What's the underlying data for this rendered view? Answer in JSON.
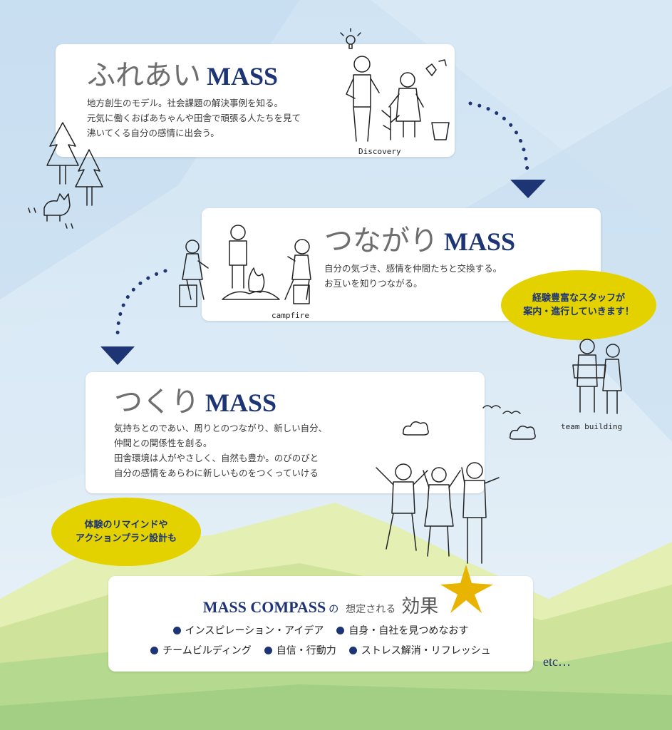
{
  "colors": {
    "navy": "#1e3575",
    "yellow": "#e3d200",
    "sky_top": "#cfe3f3",
    "sky_bottom": "#e6f1f8",
    "green_light": "#d6e8a0",
    "green_dark": "#9fcf86"
  },
  "fureai": {
    "title_kana": "ふれあい",
    "title_mass": "MASS",
    "lines": [
      "地方創生のモデル。社会課題の解決事例を知る。",
      "元気に働くおばあちゃんや田舎で頑張る人たちを見て",
      "沸いてくる自分の感情に出会う。"
    ],
    "caption": "Discovery"
  },
  "tsunagari": {
    "title_kana": "つながり",
    "title_mass": "MASS",
    "lines": [
      "自分の気づき、感情を仲間たちと交換する。",
      "お互いを知りつながる。"
    ],
    "caption": "campfire"
  },
  "tsukuri": {
    "title_kana": "つくり",
    "title_mass": "MASS",
    "lines": [
      "気持ちとのであい、周りとのつながり、新しい自分、",
      "仲間との関係性を創る。",
      "田舎環境は人がやさしく、自然も豊か。のびのびと",
      "自分の感情をあらわに新しいものをつくっていける"
    ]
  },
  "bubble_staff": {
    "lines": [
      "経験豊富なスタッフが",
      "案内・進行していきます！"
    ]
  },
  "bubble_remind": {
    "lines": [
      "体験のリマインドや",
      "アクションプラン設計も"
    ]
  },
  "team_caption": "team building",
  "compass": {
    "name": "MASS COMPASS",
    "particle": "の",
    "subtitle": "想定される",
    "effect": "効果",
    "effects_row1": [
      "インスピレーション・アイデア",
      "自身・自社を見つめなおす"
    ],
    "effects_row2": [
      "チームビルディング",
      "自信・行動力",
      "ストレス解消・リフレッシュ"
    ]
  },
  "etc": "etc…",
  "icons": [
    "lightbulb-icon",
    "arrow-down-icon",
    "star-icon",
    "tree-icon",
    "dog-icon",
    "cloud-icon",
    "bird-icon",
    "fire-icon"
  ]
}
